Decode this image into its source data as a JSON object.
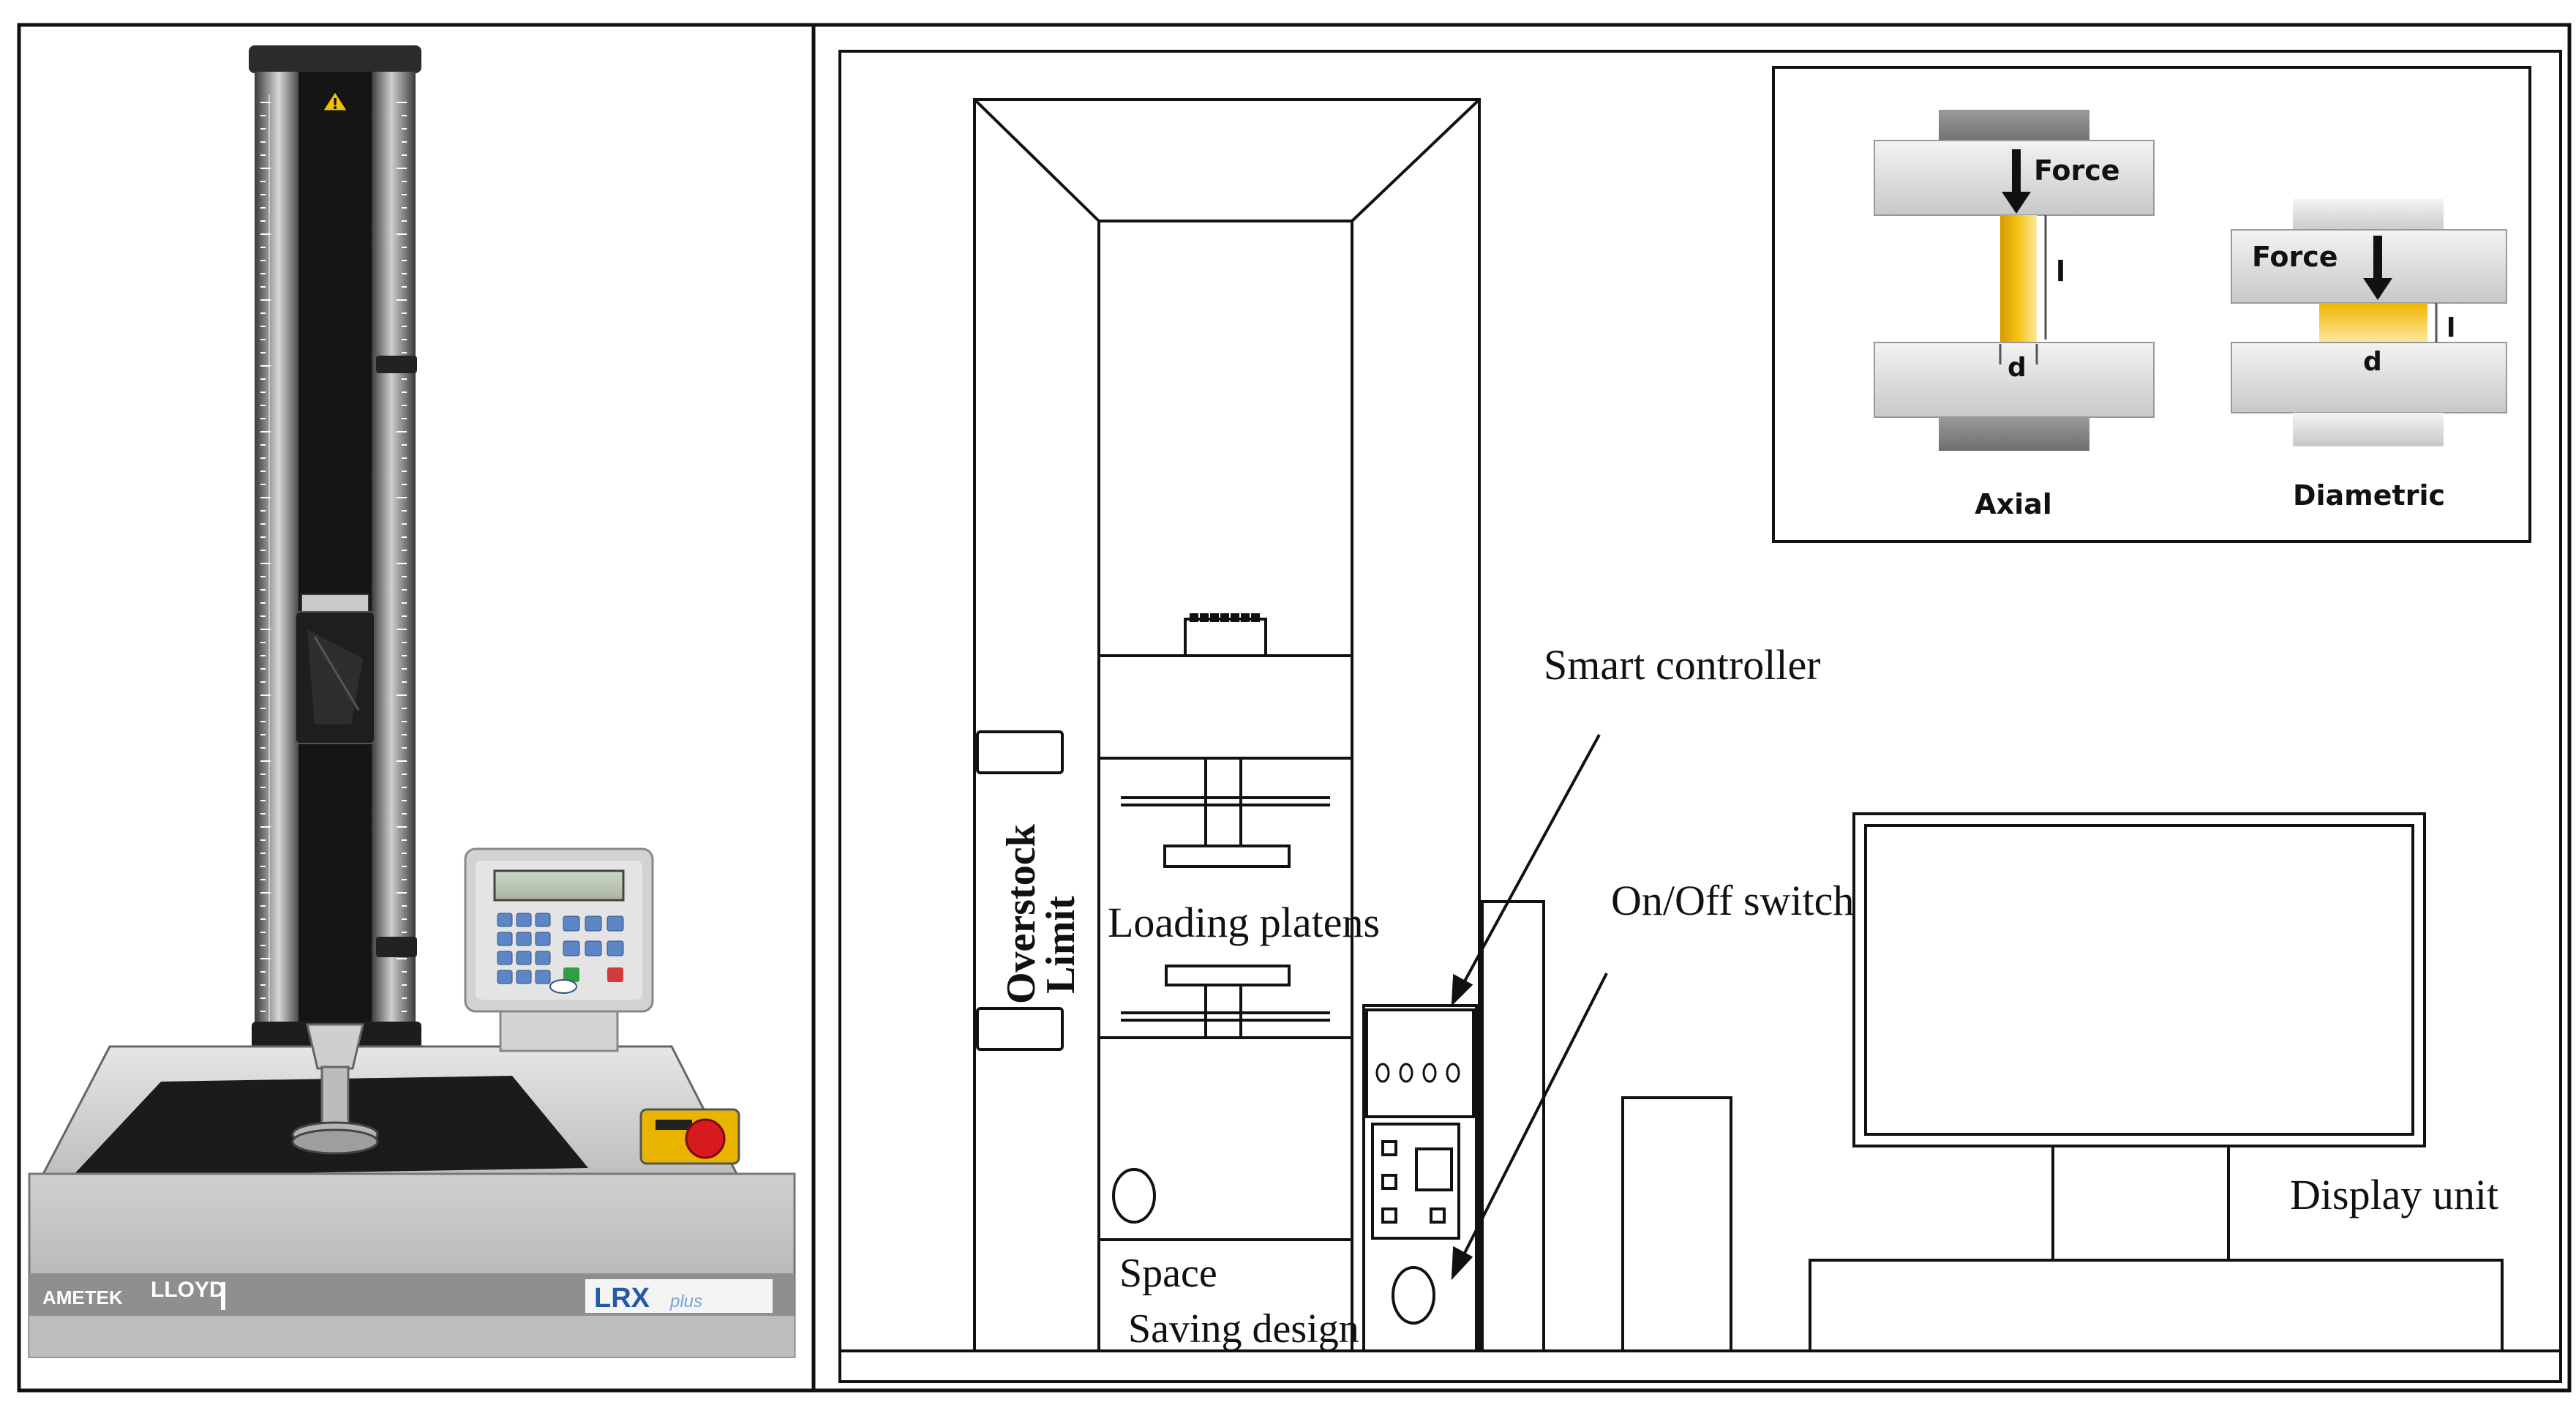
{
  "photo": {
    "brand_left": "AMETEK",
    "brand_center": "LLOYD",
    "model": "LRX",
    "model_suffix": "plus"
  },
  "diagram": {
    "labels": {
      "overstock": "Overstock",
      "limit": "Limit",
      "loading_platens": "Loading platens",
      "space": "Space",
      "saving_design": "Saving design",
      "smart_controller": "Smart controller",
      "on_off_switch": "On/Off switch",
      "display_unit": "Display unit"
    },
    "inset": {
      "axial": {
        "title": "Axial",
        "force": "Force",
        "length": "l",
        "diameter": "d"
      },
      "diametric": {
        "title": "Diametric",
        "force": "Force",
        "length": "l",
        "diameter": "d"
      }
    }
  },
  "colors": {
    "specimen": "#f2b705",
    "specimen_light": "#fde58a",
    "line": "#111111",
    "plate": "#d9d9d9",
    "keypad_blue": "#5d86c6"
  }
}
